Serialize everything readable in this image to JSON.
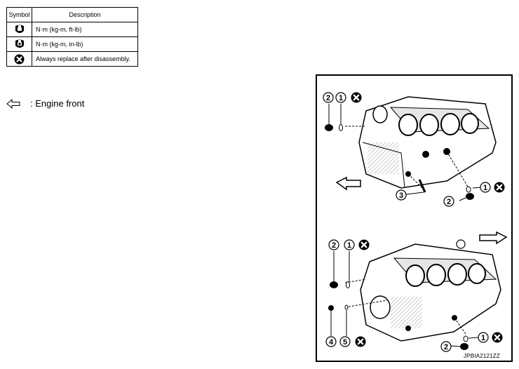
{
  "legend": {
    "headers": {
      "symbol": "Symbol",
      "description": "Description"
    },
    "rows": [
      {
        "icon": "torque-wrench-icon",
        "description": "N·m (kg-m, ft-lb)"
      },
      {
        "icon": "torque-wrench-inlb-icon",
        "description": "N·m (kg-m, in-lb)"
      },
      {
        "icon": "replace-cross-icon",
        "description": "Always replace after disassembly."
      }
    ]
  },
  "front_note": {
    "icon": "engine-front-arrow-icon",
    "text": ": Engine front"
  },
  "figure": {
    "id": "JPBIA2121ZZ",
    "callouts": [
      "1",
      "2",
      "3",
      "4",
      "5"
    ]
  }
}
